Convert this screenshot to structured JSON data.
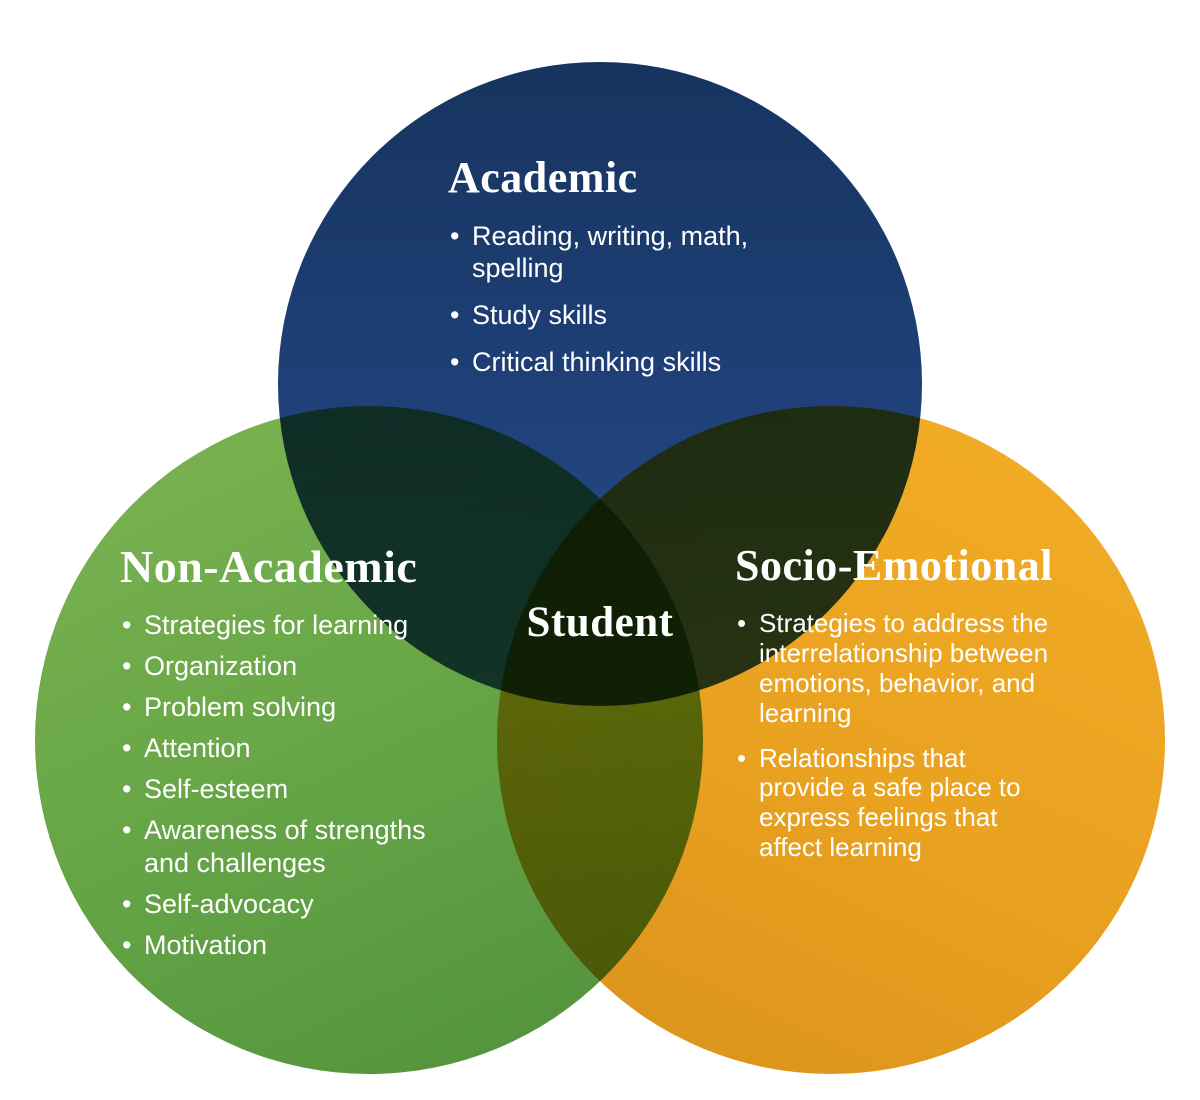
{
  "diagram": {
    "type": "venn",
    "center_label": "Student",
    "circles": [
      {
        "id": "academic",
        "title": "Academic",
        "color": "#1f4179",
        "items": [
          "Reading, writing, math, spelling",
          "Study skills",
          "Critical thinking skills"
        ]
      },
      {
        "id": "non_academic",
        "title": "Non-Academic",
        "color": "#66a546",
        "items": [
          "Strategies for learning",
          "Organization",
          "Problem solving",
          "Attention",
          "Self-esteem",
          "Awareness of strengths and challenges",
          "Self-advocacy",
          "Motivation"
        ]
      },
      {
        "id": "socio_emotional",
        "title": "Socio-Emotional",
        "color": "#e9a120",
        "items": [
          "Strategies to address the interrelationship between emotions, behavior, and learning",
          "Relationships that provide a safe place to express feelings that affect learning"
        ]
      }
    ]
  }
}
